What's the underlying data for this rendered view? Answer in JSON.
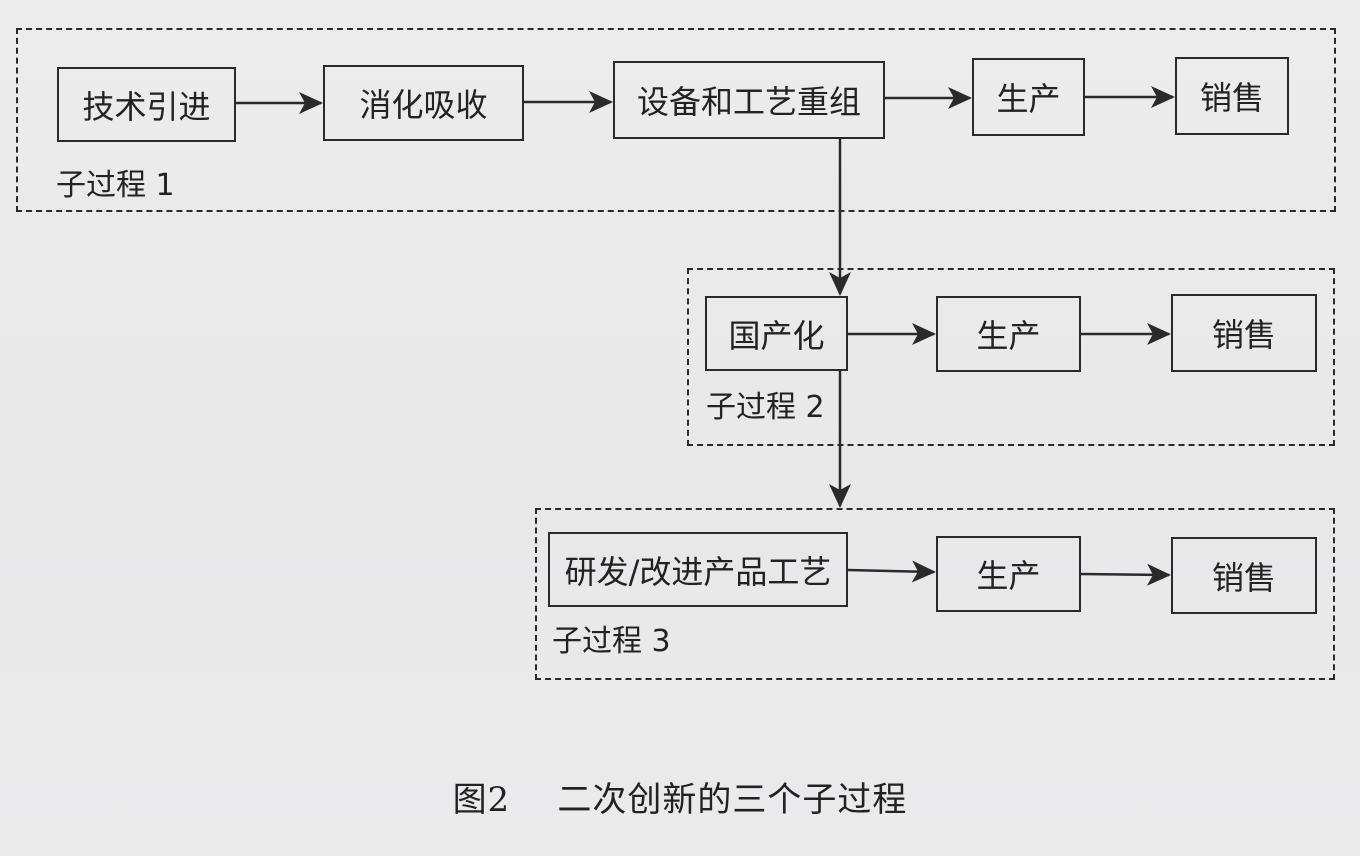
{
  "subprocess1": {
    "label": "子过程 1",
    "steps": [
      "技术引进",
      "消化吸收",
      "设备和工艺重组",
      "生产",
      "销售"
    ]
  },
  "subprocess2": {
    "label": "子过程 2",
    "steps": [
      "国产化",
      "生产",
      "销售"
    ]
  },
  "subprocess3": {
    "label": "子过程 3",
    "steps": [
      "研发/改进产品工艺",
      "生产",
      "销售"
    ]
  },
  "caption": "图2    二次创新的三个子过程"
}
